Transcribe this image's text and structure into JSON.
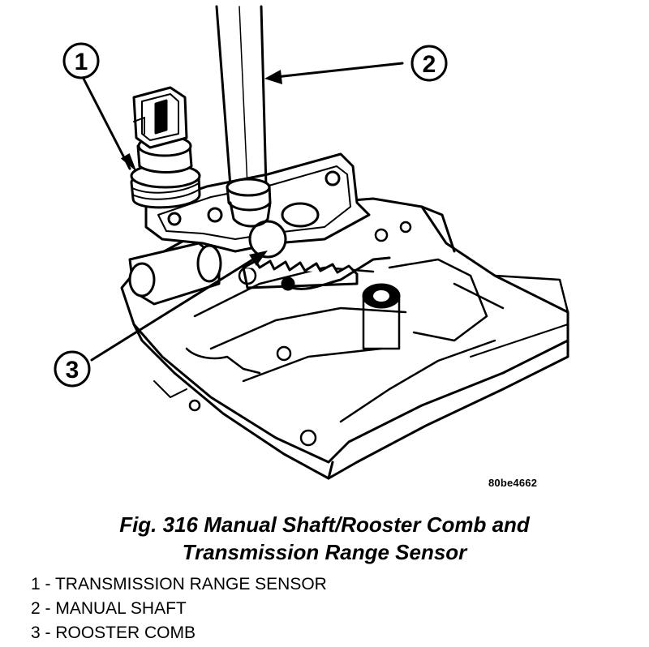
{
  "callouts": [
    "1",
    "2",
    "3"
  ],
  "figure_id": "80be4662",
  "caption": {
    "line1": "Fig. 316 Manual Shaft/Rooster Comb and",
    "line2": "Transmission Range Sensor"
  },
  "legend": [
    "1 - TRANSMISSION RANGE SENSOR",
    "2 - MANUAL SHAFT",
    "3 - ROOSTER COMB"
  ]
}
